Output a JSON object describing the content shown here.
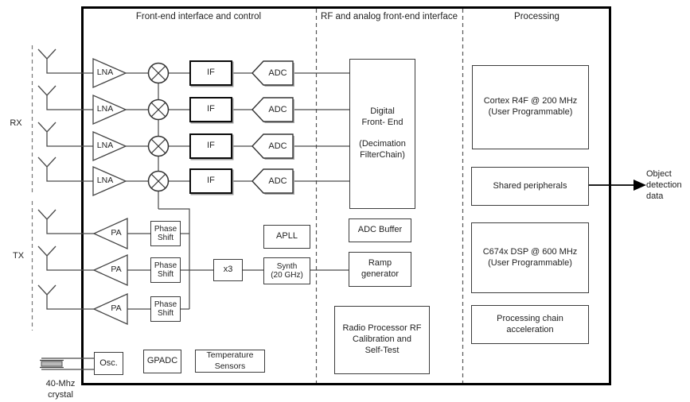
{
  "diagram": {
    "sections": [
      {
        "title": "Front-end interface and control"
      },
      {
        "title": "RF and analog front-end interface"
      },
      {
        "title": "Processing"
      }
    ],
    "rx": {
      "label": "RX",
      "lna_label": "LNA",
      "if_label": "IF",
      "adc_label": "ADC"
    },
    "tx": {
      "label": "TX",
      "pa_label": "PA",
      "phase_shift_label": "Phase\nShift"
    },
    "lo_chain": {
      "apll": "APLL",
      "multiplier": "x3",
      "synth": "Synth\n(20 GHz)"
    },
    "clock": {
      "osc": "Osc.",
      "crystal": "40-Mhz\ncrystal"
    },
    "misc": {
      "gpadc": "GPADC",
      "temp_sensors": "Temperature\nSensors"
    },
    "rf_blocks": {
      "dfe": "Digital\nFront- End\n\n(Decimation\nFilterChain)",
      "adc_buffer": "ADC Buffer",
      "ramp_generator": "Ramp\ngenerator",
      "radio_processor": "Radio Processor RF\nCalibration and\nSelf-Test"
    },
    "processing_blocks": {
      "mcu": "Cortex R4F @ 200 MHz\n(User Programmable)",
      "shared_peripherals": "Shared peripherals",
      "dsp": "C674x DSP @ 600 MHz\n(User Programmable)",
      "accel": "Processing chain\nacceleration"
    },
    "output": {
      "label": "Object\ndetection\ndata"
    },
    "colors": {
      "line": "#4a4a4a",
      "border": "#000000",
      "background": "#ffffff"
    }
  }
}
